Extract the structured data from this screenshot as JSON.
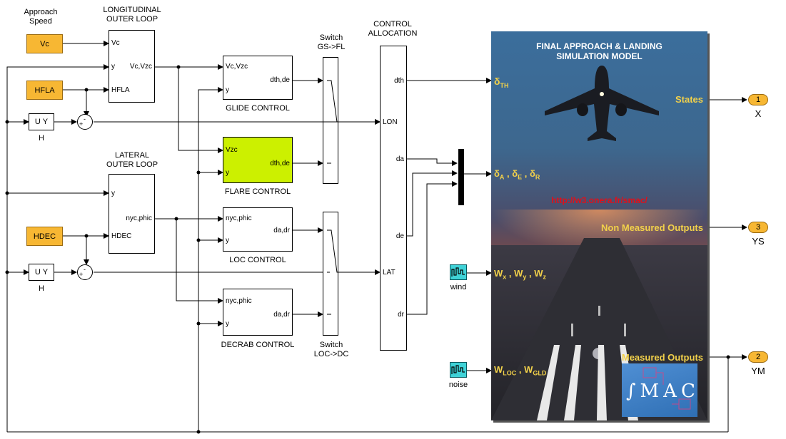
{
  "sources": {
    "vc": "Vc",
    "hfla": "HFLA",
    "hdec": "HDEC"
  },
  "labels": {
    "approach_speed_1": "Approach",
    "approach_speed_2": "Speed",
    "long_outer_1": "LONGITUDINAL",
    "long_outer_2": "OUTER LOOP",
    "lat_outer_1": "LATERAL",
    "lat_outer_2": "OUTER LOOP",
    "glide_control": "GLIDE CONTROL",
    "flare_control": "FLARE CONTROL",
    "loc_control": "LOC CONTROL",
    "decrab_control": "DECRAB CONTROL",
    "switch_gs_1": "Switch",
    "switch_gs_2": "GS->FL",
    "switch_loc_1": "Switch",
    "switch_loc_2": "LOC->DC",
    "ctrl_alloc_1": "CONTROL",
    "ctrl_alloc_2": "ALLOCATION",
    "h_1": "H",
    "h_2": "H",
    "wind": "wind",
    "noise": "noise"
  },
  "ports": {
    "long_vc": "Vc",
    "long_y": "y",
    "long_hfla": "HFLA",
    "long_out": "Vc,Vzc",
    "glide_in1": "Vc,Vzc",
    "glide_in2": "y",
    "glide_out": "dth,de",
    "flare_in1": "Vzc",
    "flare_in2": "y",
    "flare_out": "dth,de",
    "lat_y": "y",
    "lat_hdec": "HDEC",
    "lat_out": "nyc,phic",
    "loc_in1": "nyc,phic",
    "loc_in2": "y",
    "loc_out": "da,dr",
    "dec_in1": "nyc,phic",
    "dec_in2": "y",
    "dec_out": "da,dr",
    "uy1": "U Y",
    "uy2": "U Y",
    "alloc_dth": "dth",
    "alloc_lon": "LON",
    "alloc_da": "da",
    "alloc_de": "de",
    "alloc_lat": "LAT",
    "alloc_dr": "dr"
  },
  "plant": {
    "title_1": "FINAL APPROACH & LANDING",
    "title_2": "SIMULATION MODEL",
    "in_dth": "δ",
    "in_dth_sub": "TH",
    "in_dadedr": "δ",
    "in_dadedr_sub_a": "A",
    "in_dadedr_mid1": " , δ",
    "in_dadedr_sub_e": "E",
    "in_dadedr_mid2": " , δ",
    "in_dadedr_sub_r": "R",
    "url": "http://w3.onera.fr/smac/",
    "out_states": "States",
    "out_nonmeas": "Non Measured Outputs",
    "out_meas": "Measured Outputs",
    "in_wind": "W",
    "in_wind_sub_x": "x",
    "in_wind_mid1": " , W",
    "in_wind_sub_y": "y",
    "in_wind_mid2": " , W",
    "in_wind_sub_z": "z",
    "in_noise": "W",
    "in_noise_sub_loc": "LOC",
    "in_noise_mid": " , W",
    "in_noise_sub_gld": "GLD",
    "logo_text": "∫MAC"
  },
  "outports": [
    {
      "num": "1",
      "name": "X"
    },
    {
      "num": "3",
      "name": "YS"
    },
    {
      "num": "2",
      "name": "YM"
    }
  ],
  "sum_signs": {
    "minus": "-",
    "plus": "+"
  },
  "colors": {
    "source": "#f7b733",
    "flare": "#ccf000",
    "plant_text": "#f2d14a",
    "url": "#e0101a",
    "scope": "#3fd2d7"
  }
}
